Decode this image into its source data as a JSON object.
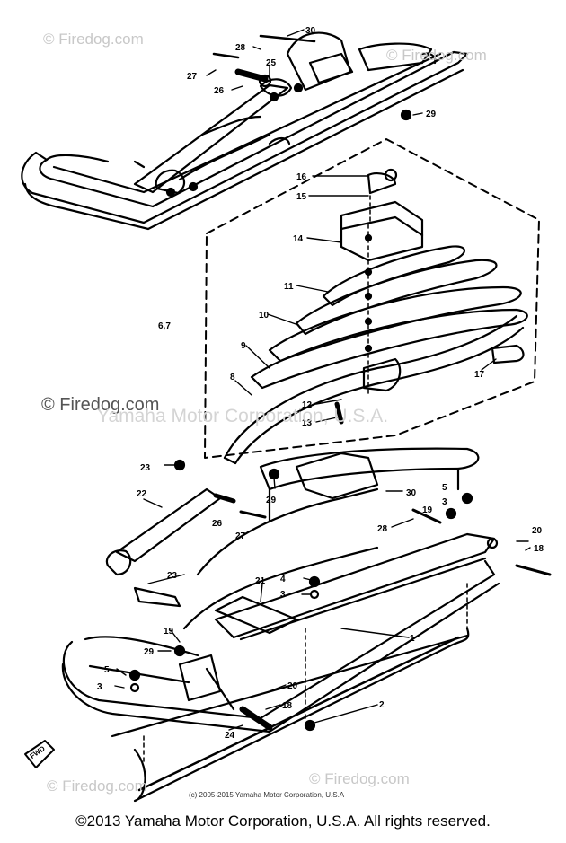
{
  "watermarks": {
    "top_left": "© Firedog.com",
    "top_right": "© Firedog.com",
    "mid_left": "© Firedog.com",
    "mid_center": "Yamaha Motor Corporation, U.S.A.",
    "bottom_left": "© Firedog.com",
    "bottom_right": "© Firedog.com"
  },
  "diagram_copyright": "(c) 2005-2015 Yamaha Motor Corporation, U.S.A",
  "footer_copyright": "©2013 Yamaha Motor Corporation, U.S.A. All rights reserved.",
  "callouts": {
    "c30_top": "30",
    "c28_top": "28",
    "c27_top": "27",
    "c25_top": "25",
    "c26_top": "26",
    "c29_top": "29",
    "c16": "16",
    "c15": "15",
    "c14": "14",
    "c11": "11",
    "c67": "6,7",
    "c10": "10",
    "c9": "9",
    "c8": "8",
    "c17": "17",
    "c12": "12",
    "c13": "13",
    "c23_a": "23",
    "c22": "22",
    "c26_b": "26",
    "c27_b": "27",
    "c29_b": "29",
    "c30_b": "30",
    "c28_b": "28",
    "c5_r": "5",
    "c3_r": "3",
    "c19_r": "19",
    "c20_r": "20",
    "c18_r": "18",
    "c23_b": "23",
    "c21": "21",
    "c4": "4",
    "c3_m": "3",
    "c1": "1",
    "c19_l": "19",
    "c29_l": "29",
    "c5_l": "5",
    "c3_l": "3",
    "c20_b": "20",
    "c18_b": "18",
    "c24": "24",
    "c2": "2"
  },
  "fwd_arrow_label": "FWD"
}
